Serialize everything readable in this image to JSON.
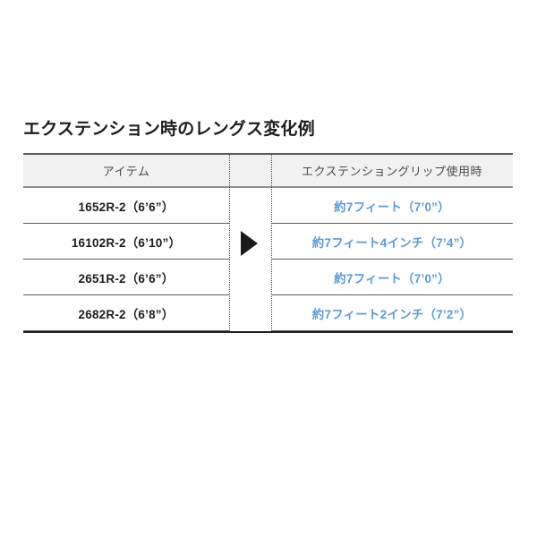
{
  "page": {
    "title": "エクステンション時のレングス変化例",
    "background_color": "#ffffff"
  },
  "table": {
    "columns": [
      {
        "key": "item",
        "label": "アイテム"
      },
      {
        "key": "arrow",
        "label": ""
      },
      {
        "key": "extension",
        "label": "エクステンショングリップ使用時"
      }
    ],
    "marker": {
      "icon": "right-triangle-arrow-icon",
      "color": "#1a1a1a"
    },
    "accent_color": "#5b9bd5",
    "header_background": "#f1f1f1",
    "rows": [
      {
        "item": "1652R-2（6’6”）",
        "extension": "約7フィート（7’0”）"
      },
      {
        "item": "16102R-2（6’10”）",
        "extension": "約7フィート4インチ（7’4”）"
      },
      {
        "item": "2651R-2（6’6”）",
        "extension": "約7フィート（7’0”）"
      },
      {
        "item": "2682R-2（6’8”）",
        "extension": "約7フィート2インチ（7’2”）"
      }
    ]
  }
}
